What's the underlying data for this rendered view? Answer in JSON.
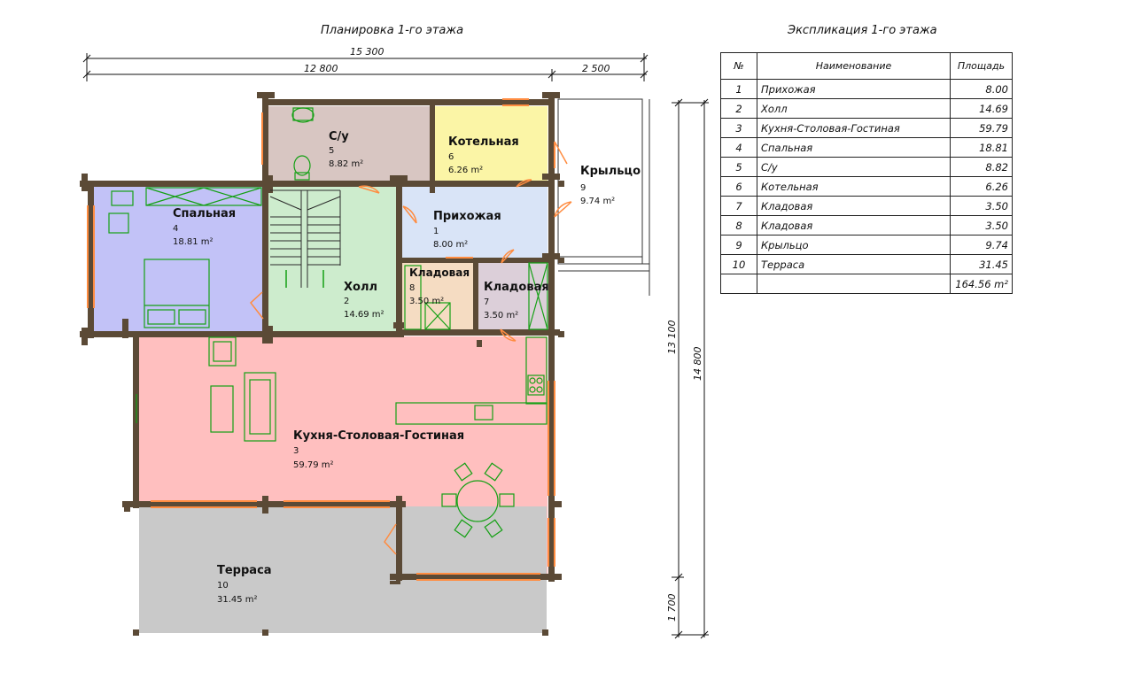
{
  "plan_title": "Планировка 1-го этажа",
  "explication_title": "Экспликация 1-го этажа",
  "dimensions": {
    "total_width": "15 300",
    "main_width": "12 800",
    "porch_width": "2 500",
    "main_depth": "13 100",
    "total_depth": "14 800",
    "terrace_depth": "1 700"
  },
  "rooms": {
    "entrance": {
      "name": "Прихожая",
      "num": "1",
      "area": "8.00 m²"
    },
    "hall": {
      "name": "Холл",
      "num": "2",
      "area": "14.69 m²"
    },
    "kitchen": {
      "name": "Кухня-Столовая-Гостиная",
      "num": "3",
      "area": "59.79 m²"
    },
    "bedroom": {
      "name": "Спальная",
      "num": "4",
      "area": "18.81 m²"
    },
    "wc": {
      "name": "С/у",
      "num": "5",
      "area": "8.82 m²"
    },
    "boiler": {
      "name": "Котельная",
      "num": "6",
      "area": "6.26 m²"
    },
    "storage7": {
      "name": "Кладовая",
      "num": "7",
      "area": "3.50 m²"
    },
    "storage8": {
      "name": "Кладовая",
      "num": "8",
      "area": "3.50 m²"
    },
    "porch": {
      "name": "Крыльцо",
      "num": "9",
      "area": "9.74 m²"
    },
    "terrace": {
      "name": "Терраса",
      "num": "10",
      "area": "31.45 m²"
    }
  },
  "table": {
    "headers": {
      "num": "№",
      "name": "Наименование",
      "area": "Площадь"
    },
    "rows": [
      {
        "num": "1",
        "name": "Прихожая",
        "area": "8.00"
      },
      {
        "num": "2",
        "name": "Холл",
        "area": "14.69"
      },
      {
        "num": "3",
        "name": "Кухня-Столовая-Гостиная",
        "area": "59.79"
      },
      {
        "num": "4",
        "name": "Спальная",
        "area": "18.81"
      },
      {
        "num": "5",
        "name": "С/у",
        "area": "8.82"
      },
      {
        "num": "6",
        "name": "Котельная",
        "area": "6.26"
      },
      {
        "num": "7",
        "name": "Кладовая",
        "area": "3.50"
      },
      {
        "num": "8",
        "name": "Кладовая",
        "area": "3.50"
      },
      {
        "num": "9",
        "name": "Крыльцо",
        "area": "9.74"
      },
      {
        "num": "10",
        "name": "Терраса",
        "area": "31.45"
      }
    ],
    "total": "164.56 m²"
  },
  "colors": {
    "wall": "#5b4a36",
    "window": "#ff8c40",
    "furniture": "#14a014",
    "entrance": "#d9e4f7",
    "hall": "#cdeccd",
    "kitchen": "#ffbfbf",
    "bedroom": "#c2c2f7",
    "wc": "#d8c6c2",
    "boiler": "#fbf5a6",
    "storage": "#dccfd9",
    "storage8": "#f5dcc2",
    "terrace": "#c9c9c9"
  }
}
